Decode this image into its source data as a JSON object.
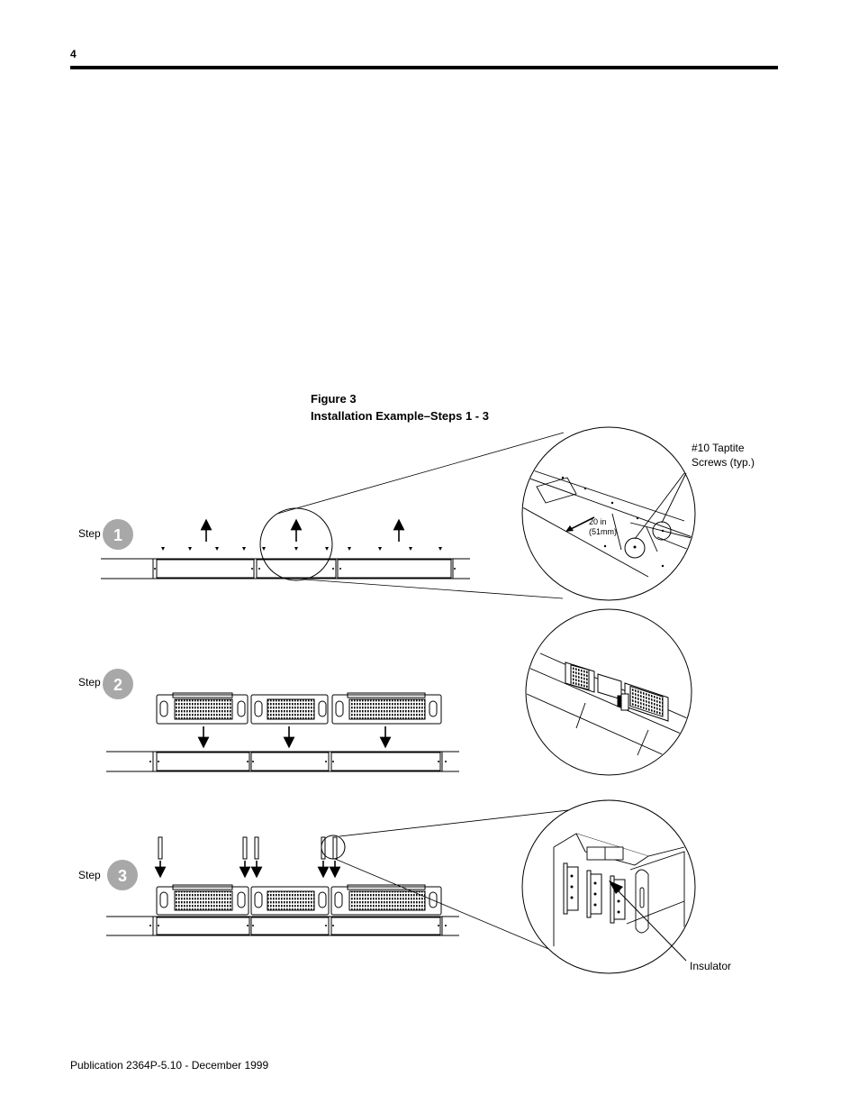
{
  "header": {
    "page_number": "4"
  },
  "figure": {
    "number": "Figure 3",
    "caption": "Installation Example–Steps 1 - 3"
  },
  "steps": [
    {
      "label": "Step",
      "number": "1"
    },
    {
      "label": "Step",
      "number": "2"
    },
    {
      "label": "Step",
      "number": "3"
    }
  ],
  "callouts": {
    "screws_line1": "#10 Taptite",
    "screws_line2": "Screws (typ.)",
    "dimension_line1": "20 in",
    "dimension_line2": "(51mm)",
    "insulator": "Insulator"
  },
  "footer": {
    "publication": "Publication 2364P-5.10 - December 1999"
  }
}
